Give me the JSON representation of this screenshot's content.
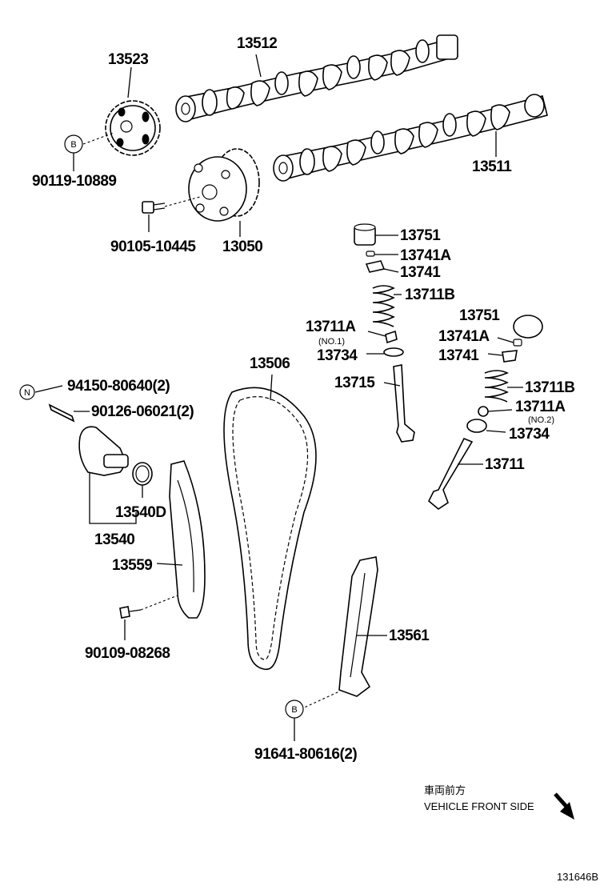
{
  "labels": {
    "p13523": "13523",
    "p13512": "13512",
    "p90119": "90119-10889",
    "p13511": "13511",
    "p90105": "90105-10445",
    "p13050": "13050",
    "p13751a": "13751",
    "p13741Aa": "13741A",
    "p13741a": "13741",
    "p13711Ba": "13711B",
    "p13711Aa": "13711A",
    "no1": "(NO.1)",
    "p13734a": "13734",
    "p13715": "13715",
    "p13751b": "13751",
    "p13741Ab": "13741A",
    "p13741b": "13741",
    "p13711Bb": "13711B",
    "p13711Ab": "13711A",
    "no2": "(NO.2)",
    "p13734b": "13734",
    "p13711": "13711",
    "p13506": "13506",
    "p94150": "94150-80640(2)",
    "p90126": "90126-06021(2)",
    "p13540D": "13540D",
    "p13540": "13540",
    "p13559": "13559",
    "p90109": "90109-08268",
    "p13561": "13561",
    "p91641": "91641-80616(2)"
  },
  "markers": {
    "b1": "B",
    "b2": "B",
    "n1": "N"
  },
  "front_note": {
    "jp": "車両前方",
    "en": "VEHICLE FRONT SIDE"
  },
  "figure_id": "131646B"
}
